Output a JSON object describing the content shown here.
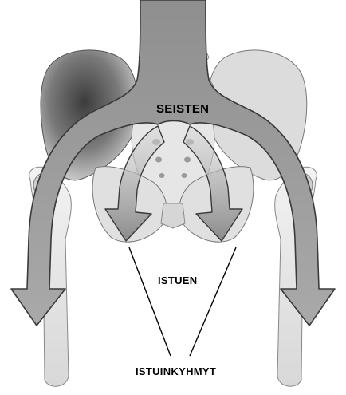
{
  "labels": {
    "standing": "SEISTEN",
    "sitting": "ISTUEN",
    "ischial_tuberosities": "ISTUINKYHMYT"
  },
  "colors": {
    "background": "#ffffff",
    "bone_light": "#e8e8e8",
    "bone_mid": "#c8c8c8",
    "bone_dark": "#6a6a6a",
    "arrow_fill": "#9a9a9a",
    "arrow_shade": "#b8b8b8",
    "arrow_outline": "#3a3a3a",
    "leader_line": "#000000",
    "text": "#000000"
  }
}
